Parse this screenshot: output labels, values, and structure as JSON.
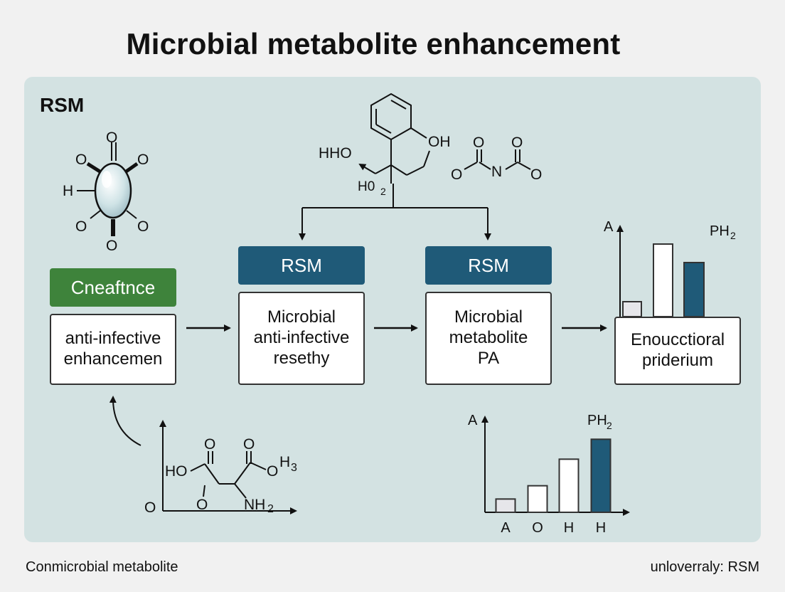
{
  "title": "Microbial metabolite enhancement",
  "panel_label": "RSM",
  "tags": {
    "green": "Cneaftnce",
    "blue1": "RSM",
    "blue2": "RSM"
  },
  "boxes": {
    "box1": "anti-infective\nenhancemen",
    "box2": "Microbial\nanti-infective\nresethy",
    "box3": "Microbial\nmetabolite\nPA",
    "box4": "Enoucctioral\npriderium"
  },
  "left_molecule": {
    "atoms": [
      "O",
      "O",
      "O",
      "H",
      "O",
      "O",
      "O"
    ]
  },
  "top_molecule": {
    "labels": [
      "HHO",
      "OH",
      "H0",
      "2"
    ]
  },
  "imide_molecule": {
    "labels": [
      "O",
      "O",
      "O",
      "N",
      "O"
    ]
  },
  "bottom_molecule": {
    "labels": [
      "O",
      "O",
      "HO",
      "O",
      "H",
      "3",
      "O",
      "NH",
      "2",
      "O"
    ]
  },
  "top_chart": {
    "axis_label": "A",
    "corner_label": "PH",
    "corner_sub": "2"
  },
  "chart_data": {
    "type": "bar",
    "categories": [
      "A",
      "O",
      "H",
      "H"
    ],
    "values": [
      2,
      4,
      8,
      11
    ],
    "ylim": [
      0,
      12
    ],
    "ylabel": "A",
    "annotation": "PH",
    "annotation_sub": "2",
    "colors": [
      "#e6e6ea",
      "#ffffff",
      "#ffffff",
      "#1f5a78"
    ]
  },
  "footer": {
    "left": "Conmicrobial metabolite",
    "right": "unloverraly: RSM"
  }
}
